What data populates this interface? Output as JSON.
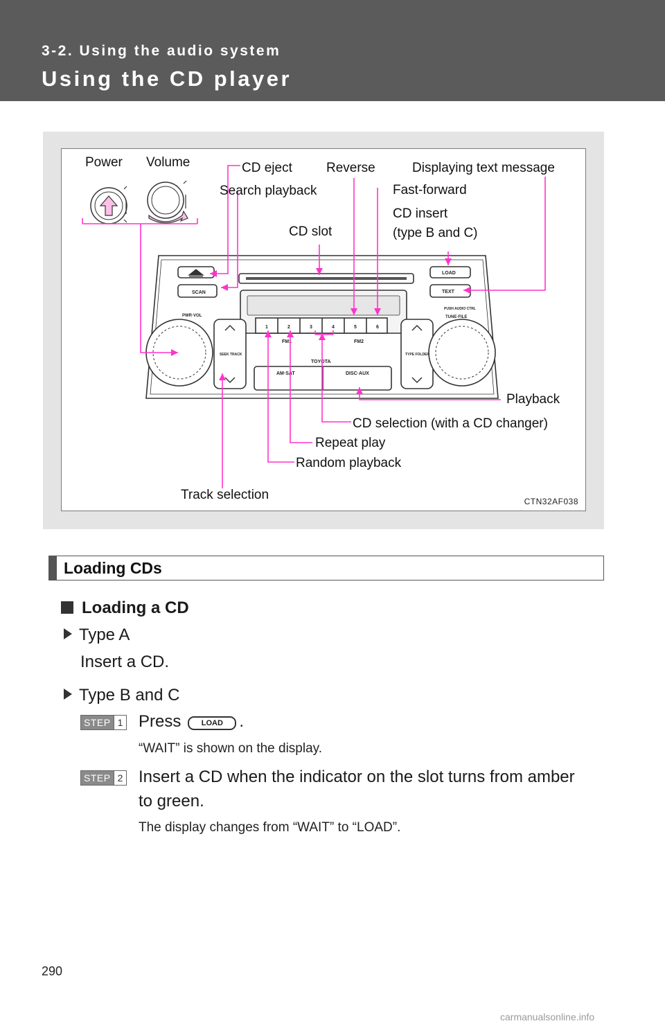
{
  "header": {
    "section": "3-2. Using the audio system",
    "title": "Using the CD player"
  },
  "figure": {
    "callouts": {
      "power": "Power",
      "volume": "Volume",
      "cd_eject": "CD eject",
      "reverse": "Reverse",
      "displaying_text": "Displaying text message",
      "search_playback": "Search playback",
      "fast_forward": "Fast-forward",
      "cd_insert_line1": "CD insert",
      "cd_insert_line2": "(type B and C)",
      "cd_slot": "CD slot",
      "playback": "Playback",
      "cd_selection": "CD selection (with a CD changer)",
      "repeat_play": "Repeat play",
      "random_playback": "Random playback",
      "track_selection": "Track selection"
    },
    "code": "CTN32AF038",
    "unit_labels": {
      "load": "LOAD",
      "text": "TEXT",
      "scan": "SCAN",
      "pwr_vol": "PWR·VOL",
      "seek_track": "SEEK TRACK",
      "type_folder": "TYPE FOLDER",
      "tune_file": "TUNE·FILE",
      "push_audio": "PUSH AUDIO CTRL",
      "brand": "TOYOTA",
      "fm1": "FM1",
      "fm2": "FM2",
      "am_sat": "AM·SAT",
      "disc_aux": "DISC·AUX",
      "presets": [
        "1",
        "2",
        "3",
        "4",
        "5",
        "6"
      ]
    },
    "accent_color": "#ff33cc"
  },
  "content": {
    "subheading": "Loading CDs",
    "loading_a_cd": "Loading a CD",
    "type_a": "Type A",
    "insert_cd": "Insert a CD.",
    "type_bc": "Type B and C",
    "step_word": "STEP",
    "step1_num": "1",
    "step1_press": "Press",
    "step1_period": ".",
    "load_button": "LOAD",
    "step1_note": "“WAIT” is shown on the display.",
    "step2_num": "2",
    "step2_line1": "Insert a CD when the indicator on the slot turns from amber",
    "step2_line2": "to green.",
    "step2_note": "The display changes from “WAIT” to “LOAD”."
  },
  "page_number": "290",
  "watermark": "carmanualsonline.info"
}
